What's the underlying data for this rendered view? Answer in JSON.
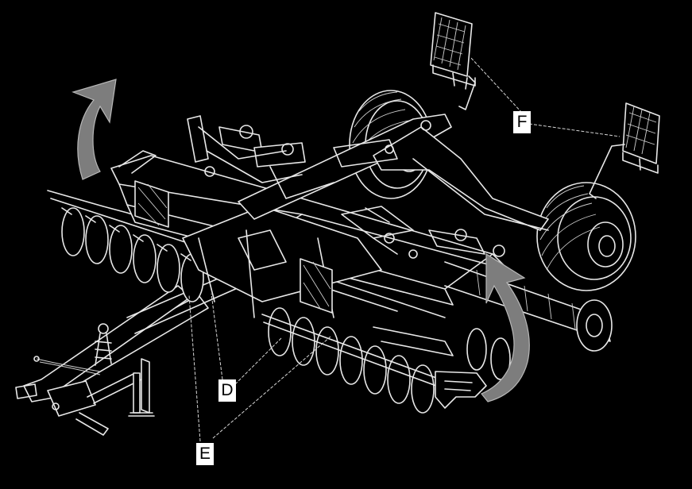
{
  "callouts": {
    "f": "F",
    "d": "D",
    "e": "E"
  },
  "colors": {
    "background": "#000000",
    "linework": "#e8e8e8",
    "arrow": "#7d7d7d",
    "label_background": "#ffffff"
  },
  "icons": {
    "lift_arrows": "curved-arrow-up-icon"
  }
}
